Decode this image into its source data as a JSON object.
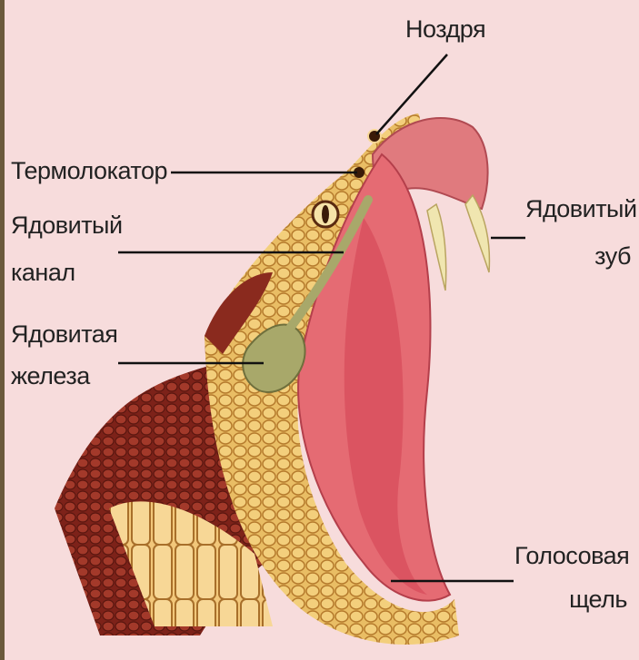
{
  "labels": {
    "nostril": "Ноздря",
    "thermolocator": "Термолокатор",
    "venom_canal": [
      "Ядовитый",
      "канал"
    ],
    "venom_gland": [
      "Ядовитая",
      "железа"
    ],
    "venom_fang": [
      "Ядовитый",
      "зуб"
    ],
    "glottis": [
      "Голосовая",
      "щель"
    ]
  },
  "colors": {
    "background": "#f7dcdc",
    "frame": "#6b5a3c",
    "text": "#222222",
    "leader_line": "#111111",
    "scale_light": "#e8b85e",
    "scale_dark": "#8a2a1e",
    "mouth": "#e56b73",
    "tongue": "#d9505e",
    "gland": "#a8a86a",
    "fang": "#f0e6b0"
  }
}
